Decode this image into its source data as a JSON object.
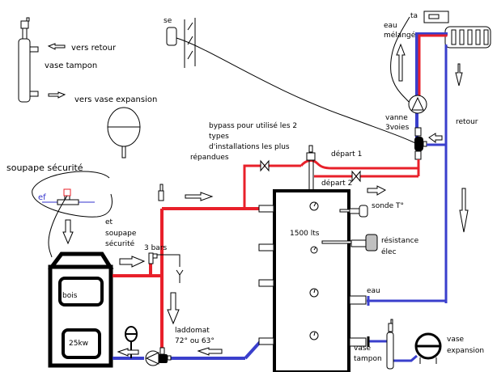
{
  "colors": {
    "hot": "#e8202a",
    "cold": "#3a3fcc",
    "line": "#000000",
    "heater": "#c0c0c0"
  },
  "labels": {
    "vers_retour": "vers retour",
    "vase_tampon_legend": "vase tampon",
    "vers_vase_expansion": "vers vase expansion",
    "se": "se",
    "ta": "ta",
    "eau_melange_1": "eau",
    "eau_melange_2": "mélangé",
    "vanne_1": "vanne",
    "vanne_2": "3voies",
    "retour": "retour",
    "bypass_1": "bypass pour utilisé les 2",
    "bypass_2": "types",
    "bypass_3": "d'installations les plus",
    "bypass_4": "répandues",
    "depart1": "départ 1",
    "depart2": "départ 2",
    "soupape_title": "soupape sécurité",
    "ef": "ef",
    "et_soupape_1": "et",
    "et_soupape_2": "soupape",
    "et_soupape_3": "sécurité",
    "bars": "3 bars",
    "sonde": "sonde T°",
    "capacity": "1500 lts",
    "resistance_1": "résistance",
    "resistance_2": "élec",
    "bois": "bois",
    "power": "25kw",
    "laddomat_1": "laddomat",
    "laddomat_2": "72° ou 63°",
    "eau": "eau",
    "vase_tampon_b1": "vase",
    "vase_tampon_b2": "tampon",
    "vase_exp_1": "vase",
    "vase_exp_2": "expansion"
  }
}
